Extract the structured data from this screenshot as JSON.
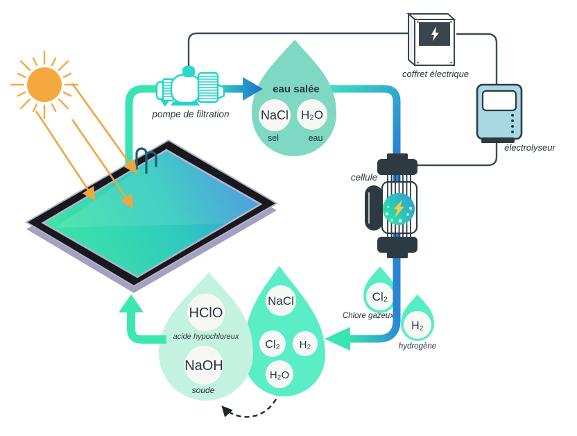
{
  "pump": {
    "label": "pompe de filtration"
  },
  "salt_drop": {
    "title": "eau salée",
    "nacl": "NaCl",
    "nacl_label": "sel",
    "h2o": "H₂O",
    "h2o_label": "eau"
  },
  "electrical_box": {
    "label": "coffret électrique"
  },
  "electrolyser": {
    "label": "électrolyseur"
  },
  "cell": {
    "label": "cellule"
  },
  "chlorine_drop": {
    "formula": "Cl₂",
    "label": "Chlore gazeux"
  },
  "hydrogen_drop": {
    "formula": "H₂",
    "label": "hydrogène"
  },
  "mixture_drop": {
    "nacl": "NaCl",
    "cl2": "Cl₂",
    "h2": "H₂",
    "h2o": "H₂O"
  },
  "products_drop": {
    "hclo": "HClO",
    "hclo_label": "acide hypochloreux",
    "naoh": "NaOH",
    "naoh_label": "soude"
  },
  "colors": {
    "mint_pipe": "#3ae3b4",
    "blue_pipe": "#2a84d6",
    "pump_teal": "#1fd6c9",
    "salt_drop_fill": "#7fd8c2",
    "bright_drop_fill": "#5beec6",
    "pale_drop_fill": "#c4f2e0",
    "small_drop_fill": "#55eec4",
    "sun_orange": "#f4a93f",
    "wire_dark": "#3e4c54",
    "text_dark": "#2a343d",
    "lightning_yellow": "#f7d03c",
    "electrolyser_body": "#a7d8e4",
    "pool_frame": "#17191d",
    "pool_shadow": "#a59fc2",
    "water_green": "#3ee5a4",
    "water_blue": "#3f86e2",
    "dark_part": "#2d3a42"
  }
}
